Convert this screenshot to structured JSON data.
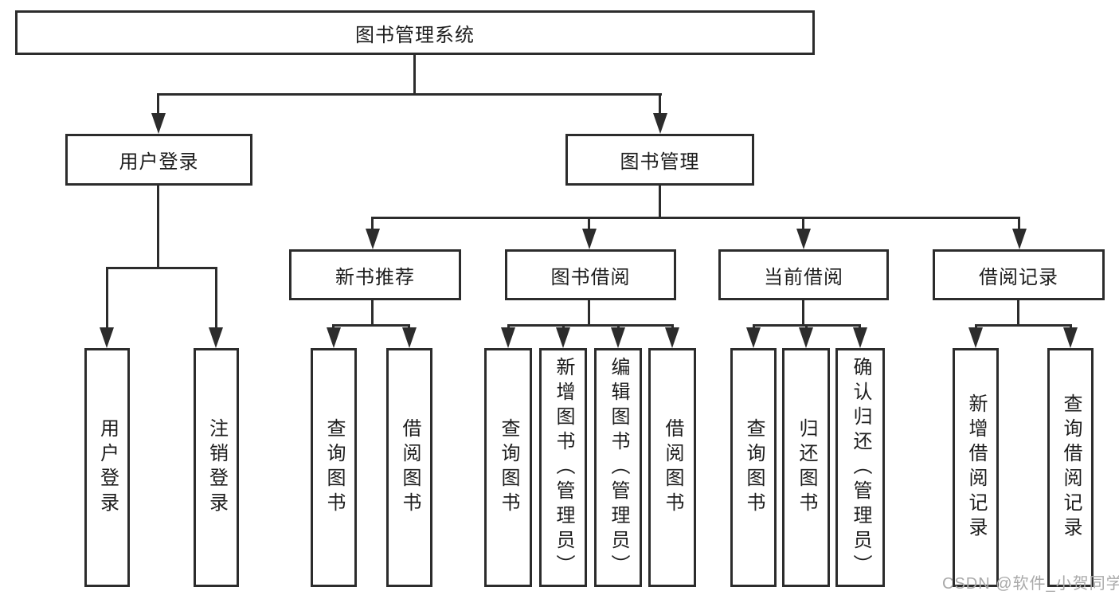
{
  "diagram": {
    "root": {
      "label": "图书管理系统",
      "children": [
        {
          "label": "用户登录",
          "children": [
            {
              "label": "用户登录"
            },
            {
              "label": "注销登录"
            }
          ]
        },
        {
          "label": "图书管理",
          "children": [
            {
              "label": "新书推荐",
              "children": [
                {
                  "label": "查询图书"
                },
                {
                  "label": "借阅图书"
                }
              ]
            },
            {
              "label": "图书借阅",
              "children": [
                {
                  "label": "查询图书"
                },
                {
                  "label": "新增图书（管理员）"
                },
                {
                  "label": "编辑图书（管理员）"
                },
                {
                  "label": "借阅图书"
                }
              ]
            },
            {
              "label": "当前借阅",
              "children": [
                {
                  "label": "查询图书"
                },
                {
                  "label": "归还图书"
                },
                {
                  "label": "确认归还（管理员）"
                }
              ]
            },
            {
              "label": "借阅记录",
              "children": [
                {
                  "label": "新增借阅记录"
                },
                {
                  "label": "查询借阅记录"
                }
              ]
            }
          ]
        }
      ]
    }
  },
  "watermark": {
    "text": "CSDN @软件_小贺同学"
  },
  "colors": {
    "line": "#2c2c2c",
    "text": "#1d1d1d",
    "watermark": "#a9a9a9",
    "background": "#ffffff"
  }
}
